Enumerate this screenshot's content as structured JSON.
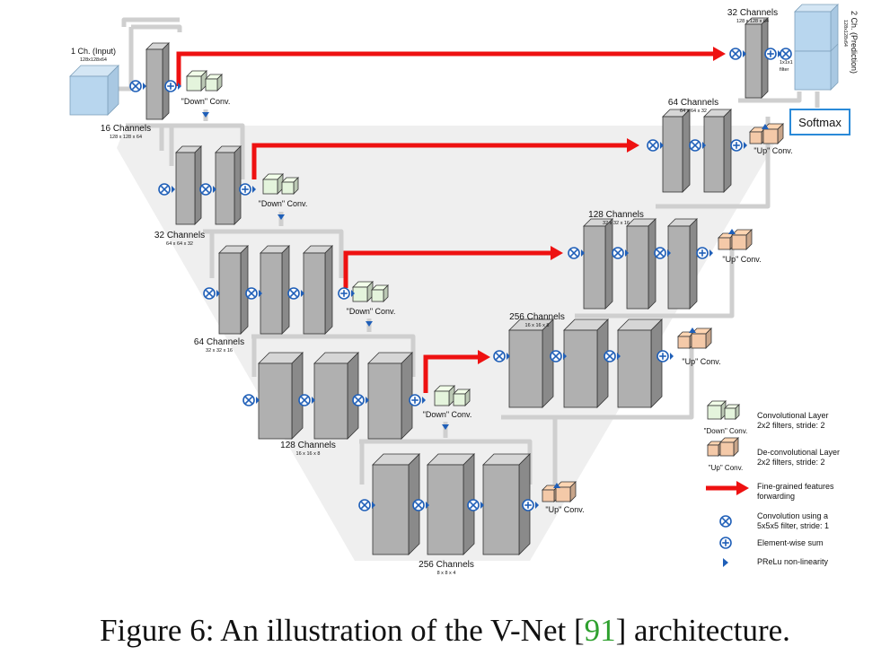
{
  "caption": {
    "prefix": "Figure 6: An illustration of the V-Net [",
    "ref": "91",
    "suffix": "] architecture."
  },
  "colors": {
    "forward_arrow": "#ee1111",
    "conv_cube": "#e4f4dc",
    "deconv_cube": "#f4c9a8",
    "input_cube": "#b8d6ee",
    "output_cube": "#b8d6ee",
    "softmax_border": "#2a8ad8",
    "icon_blue": "#1f5fb8",
    "connector": "#cfcfcf",
    "v_background": "#efefef"
  },
  "input": {
    "title": "1 Ch. (Input)",
    "dims": "128x128x64"
  },
  "output": {
    "title": "2 Ch. (Prediction)",
    "dims": "128x128x64",
    "filter_line1": "1x1x1",
    "filter_line2": "filter"
  },
  "softmax": {
    "label": "Softmax"
  },
  "ops": {
    "down": "\"Down\" Conv.",
    "up": "\"Up\" Conv."
  },
  "stages": {
    "enc1": {
      "title": "16 Channels",
      "dims": "128 x 128 x 64"
    },
    "enc2": {
      "title": "32 Channels",
      "dims": "64 x 64 x 32"
    },
    "enc3": {
      "title": "64 Channels",
      "dims": "32 x 32 x 16"
    },
    "enc4": {
      "title": "128 Channels",
      "dims": "16 x 16 x 8"
    },
    "bottom": {
      "title": "256 Channels",
      "dims": "8 x 8 x 4"
    },
    "dec4": {
      "title": "256 Channels",
      "dims": "16 x 16 x 8"
    },
    "dec3": {
      "title": "128 Channels",
      "dims": "32 x 32 x 16"
    },
    "dec2": {
      "title": "64 Channels",
      "dims": "64 x 64 x 32"
    },
    "dec1": {
      "title": "32 Channels",
      "dims": "128 x 128 x 64"
    }
  },
  "legend": {
    "conv_tag": "\"Down\" Conv.",
    "conv_line1": "Convolutional Layer",
    "conv_line2": "2x2 filters, stride: 2",
    "deconv_tag": "\"Up\" Conv.",
    "deconv_line1": "De-convolutional Layer",
    "deconv_line2": "2x2 filters, stride: 2",
    "forward_line1": "Fine-grained features",
    "forward_line2": "forwarding",
    "convop_line1": "Convolution using a",
    "convop_line2": "5x5x5 filter, stride: 1",
    "sum_line": "Element-wise sum",
    "prelu_line": "PReLu non-linearity"
  }
}
